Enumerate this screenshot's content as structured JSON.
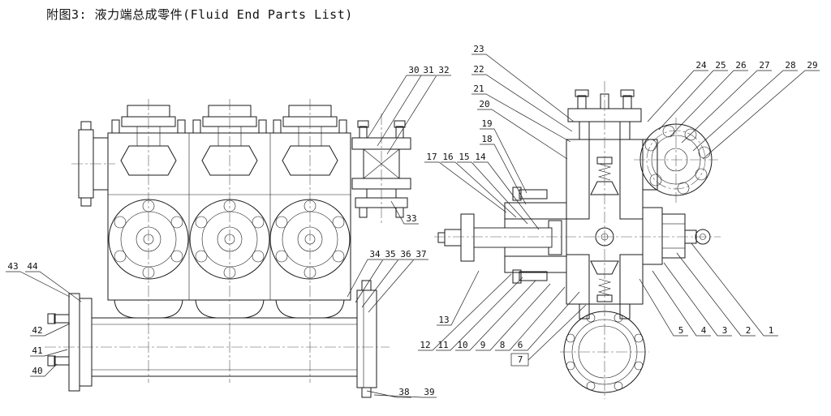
{
  "title": "附图3: 液力端总成零件(Fluid End Parts List)",
  "colors": {
    "background": "#ffffff",
    "line": "#1a1a1a"
  },
  "callouts": [
    "1",
    "2",
    "3",
    "4",
    "5",
    "6",
    "7",
    "8",
    "9",
    "10",
    "11",
    "12",
    "13",
    "14",
    "15",
    "16",
    "17",
    "18",
    "19",
    "20",
    "21",
    "22",
    "23",
    "24",
    "25",
    "26",
    "27",
    "28",
    "29",
    "30",
    "31",
    "32",
    "33",
    "34",
    "35",
    "36",
    "37",
    "38",
    "39",
    "40",
    "41",
    "42",
    "43",
    "44"
  ]
}
